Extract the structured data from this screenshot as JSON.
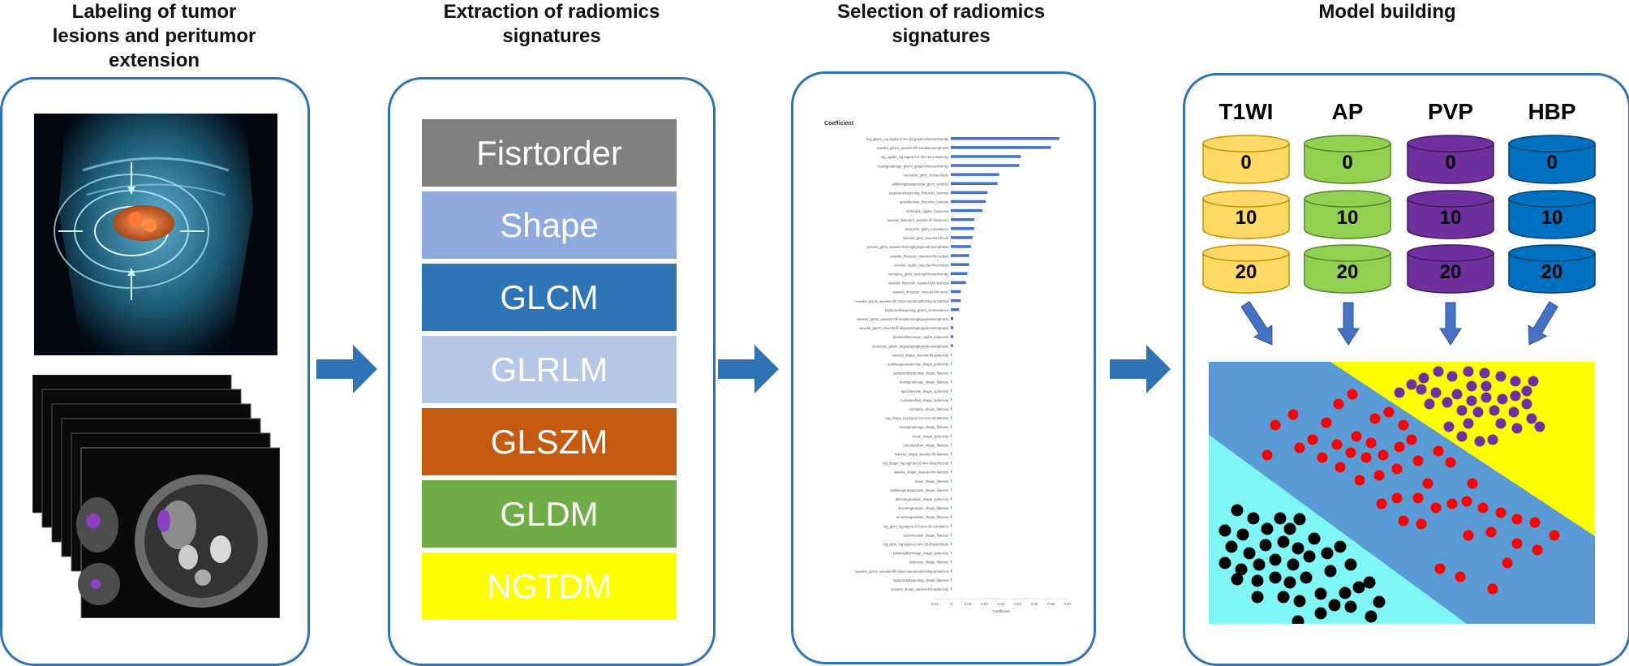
{
  "titles": {
    "labeling": [
      "Labeling of tumor",
      "lesions and peritumor",
      "extension"
    ],
    "extraction": [
      "Extraction of radiomics",
      "signatures"
    ],
    "selection": [
      "Selection  of radiomics",
      "signatures"
    ],
    "model": [
      "Model building"
    ]
  },
  "features": [
    {
      "label": "Fisrtorder",
      "bg": "#7f7f7f"
    },
    {
      "label": "Shape",
      "bg": "#8faadc"
    },
    {
      "label": "GLCM",
      "bg": "#2e75b6"
    },
    {
      "label": "GLRLM",
      "bg": "#b4c7e7"
    },
    {
      "label": "GLSZM",
      "bg": "#c55a11"
    },
    {
      "label": "GLDM",
      "bg": "#70ad47"
    },
    {
      "label": "NGTDM",
      "bg": "#ffff00"
    }
  ],
  "modalities": [
    {
      "name": "T1WI",
      "color": "#ffd966",
      "edge": "#bf9000",
      "levels": [
        "0",
        "10",
        "20"
      ]
    },
    {
      "name": "AP",
      "color": "#92d050",
      "edge": "#548235",
      "levels": [
        "0",
        "10",
        "20"
      ]
    },
    {
      "name": "PVP",
      "color": "#7030a0",
      "edge": "#3d1a59",
      "levels": [
        "0",
        "10",
        "20"
      ]
    },
    {
      "name": "HBP",
      "color": "#0070c0",
      "edge": "#003e6b",
      "levels": [
        "0",
        "10",
        "20"
      ]
    }
  ],
  "chart_data": {
    "type": "bar",
    "title": "Coefficient",
    "xlabel": "Coefficient",
    "xlim": [
      0,
      0.07
    ],
    "xticks": [
      "0.01",
      "0",
      "0.01",
      "0.02",
      "0.03",
      "0.04",
      "0.05",
      "0.06",
      "0.07"
    ],
    "categories": [
      "log_glszm_log-sigma-2-mm-3d-graylevelnonuniformity",
      "wavelet_glszm_wavelet-hlh-smallareaemphasis",
      "log_ngtdm_log-sigma-0-5-mm-3d-complexity",
      "boxsigmaimage_glszm_graylevelnonuniformity",
      "normalize_glcm_clustershade",
      "additivegaussiannoise_glcm_contrast",
      "laplaciansharpening_firstorder_kurtosis",
      "specklenoise_firstorder_kurtosis",
      "normalize_ngtdm_busyness",
      "wavelet_firstorder_wavelet-hll-skewness",
      "shotnoise_gldm_runvariance",
      "wavelet_glcm_wavelet-hlh-idn",
      "wavelet_glrlm_wavelet-hhh-highgraylevelrunemphasis",
      "wavelet_firstorder_wavelet-hhl-median",
      "wavelet_ngtdm_wavelet-hll-contrast",
      "normalize_glrlm_runlengthnonuniformity",
      "wavelet_firstorder_wavelet-hhh-kurtosis",
      "wavelet_firstorder_wavelet-lhh-mean",
      "wavelet_glszm_wavelet-hlh-sizezonenonuniformitynormalized",
      "laplaciansharpening_glszm_zonevariance",
      "wavelet_glszm_wavelet-hlh-smallareahighgraylevelemphasis",
      "wavelet_glszm_wavelet-lll-largeareahighgraylevelemphasis",
      "binomialblurimage_ngtdm_busyness",
      "shotnoise_glszm_largeareahighgraylevelemphasis",
      "wavelet_shape_wavelet-lhl-sphericity",
      "additivegaussiannoise_shape_sphericity",
      "laplaciansharpening_shape_flatness",
      "boxsigmaimage_shape_flatness",
      "specklenoise_shape_sphericity",
      "curvatureflow_shape_sphericity",
      "normalize_shape_flatness",
      "log_shape_log-sigma-0-5-mm-3d-flatness",
      "boxsigmaimage_shape_flatness",
      "mean_shape_sphericity",
      "curvatureflow_shape_flatness",
      "wavelet_shape_wavelet-hll-flatness",
      "log_shape_log-sigma-0-5-mm-3d-sphericity",
      "wavelet_shape_wavelet-lhh-flatness",
      "mean_shape_flatness",
      "additivegaussiannoise_shape_flatness",
      "discretegaussian_shape_sphericity",
      "discretegaussian_shape_flatness",
      "recursivegaussian_shape_flatness",
      "log_glcm_log-sigma-0-5-mm-3d-correlation",
      "specklenoise_shape_flatness",
      "log_glcm_log-sigma-2-mm-3d-clustershade",
      "binomialblurimage_shape_sphericity",
      "shotnoise_shape_flatness",
      "wavelet_glszm_wavelet-hlh-sizezonenonuniformitynormalized",
      "laplaciansharpening_shape_flatness",
      "wavelet_shape_wavelet-lhh-sphericity"
    ],
    "values": [
      0.065,
      0.06,
      0.042,
      0.041,
      0.029,
      0.028,
      0.022,
      0.021,
      0.019,
      0.014,
      0.014,
      0.013,
      0.012,
      0.011,
      0.011,
      0.01,
      0.009,
      0.006,
      0.006,
      0.005,
      0.0015,
      0.0015,
      0.0015,
      0.0013,
      0.0003,
      0.0003,
      0.0003,
      0.0003,
      0.0003,
      0.0003,
      0.0003,
      0.0003,
      0.0003,
      0.0003,
      0.0003,
      0.0003,
      0.0003,
      0.0003,
      0.0003,
      0.0003,
      0.0003,
      0.0003,
      0.0003,
      0.0003,
      0.0003,
      0.0003,
      0.0003,
      0.0003,
      0.0003,
      0.0003,
      0.0003
    ]
  },
  "scatter_groups": [
    {
      "name": "black",
      "color": "#000000"
    },
    {
      "name": "red",
      "color": "#ff0000"
    },
    {
      "name": "purple",
      "color": "#7030a0"
    }
  ]
}
